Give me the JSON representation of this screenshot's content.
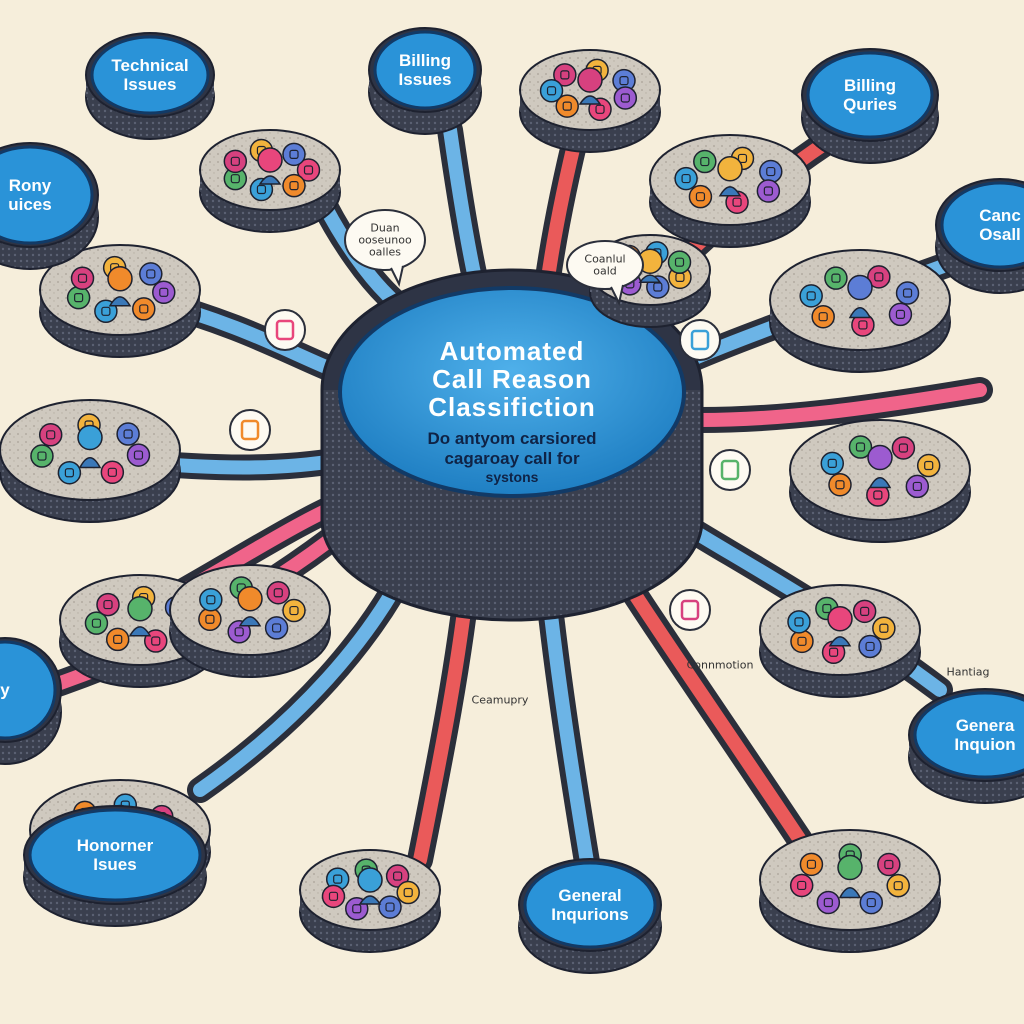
{
  "hub": {
    "title_lines": [
      "Automated",
      "Call Reason",
      "Classifiction"
    ],
    "subtitle_lines": [
      "Do antyom carsiored",
      "cagaroay call for",
      "systons"
    ]
  },
  "categories": [
    {
      "key": "technical",
      "lines": [
        "Technical",
        "Issues"
      ]
    },
    {
      "key": "billing-issues",
      "lines": [
        "Billing",
        "Issues"
      ]
    },
    {
      "key": "billing-quries",
      "lines": [
        "Billing",
        "Quries"
      ]
    },
    {
      "key": "left-top",
      "lines": [
        "Rony",
        "uices"
      ]
    },
    {
      "key": "right-top",
      "lines": [
        "Canc",
        "Osall"
      ]
    },
    {
      "key": "left-mid",
      "lines": [
        "y"
      ]
    },
    {
      "key": "general-right",
      "lines": [
        "Genera",
        "Inquion"
      ]
    },
    {
      "key": "honorner",
      "lines": [
        "Honorner",
        "Isues"
      ]
    },
    {
      "key": "general-bottom",
      "lines": [
        "General",
        "Inqurions"
      ]
    }
  ],
  "annotations": [
    {
      "key": "note-1",
      "lines": [
        "Duan",
        "ooseunoo",
        "oalles"
      ]
    },
    {
      "key": "note-2",
      "lines": [
        "Coanlul",
        "oald"
      ]
    },
    {
      "key": "note-3",
      "lines": [
        "Connmotion"
      ]
    },
    {
      "key": "note-4",
      "lines": [
        "Ceamupry"
      ]
    },
    {
      "key": "note-5",
      "lines": [
        "Hantiag"
      ]
    }
  ],
  "colors": {
    "background": "#f6eedb",
    "node_fill": "#2a93d8",
    "node_text": "#1d2a4a",
    "platform": "#3b4050",
    "platform_top": "#c9c4bb",
    "arrow_blue": "#6cb4e6",
    "arrow_red": "#ea5a5a",
    "arrow_pink": "#f0648a"
  }
}
